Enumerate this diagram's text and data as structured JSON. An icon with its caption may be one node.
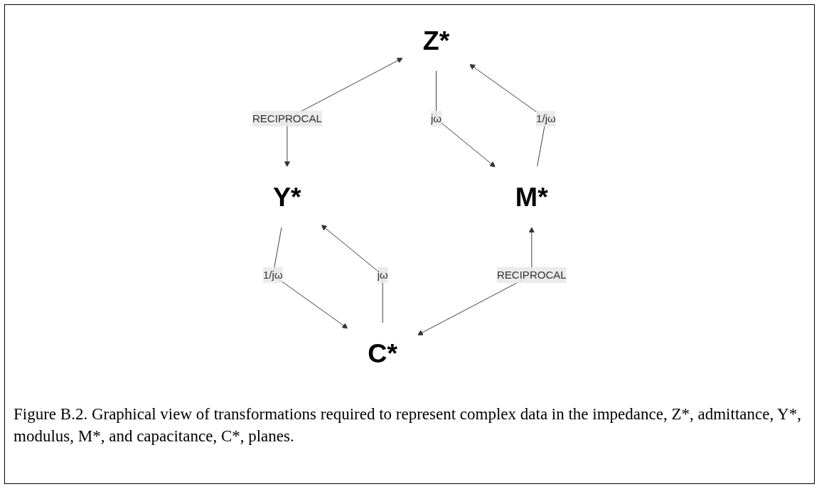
{
  "diagram": {
    "caption": "Figure B.2. Graphical view of transformations required to represent complex data in the impedance, Z*, admittance, Y*, modulus, M*, and capacitance, C*, planes.",
    "nodes": [
      {
        "text": [
          "Z*"
        ]
      },
      {
        "text": [
          "Y*"
        ]
      },
      {
        "text": [
          "M*"
        ]
      },
      {
        "text": [
          "C*"
        ]
      }
    ],
    "edges": [
      {
        "from": 0,
        "to": 1,
        "arrow": "both",
        "label": "RECIPROCAL"
      },
      {
        "from": 0,
        "to": 2,
        "arrow": "to",
        "label": "jω"
      },
      {
        "from": 2,
        "to": 0,
        "arrow": "to",
        "label": "1/jω"
      },
      {
        "from": 1,
        "to": 3,
        "arrow": "to",
        "label": "1/jω"
      },
      {
        "from": 3,
        "to": 1,
        "arrow": "to",
        "label": "jω"
      },
      {
        "from": 2,
        "to": 3,
        "arrow": "both",
        "label": "RECIPROCAL"
      }
    ]
  }
}
